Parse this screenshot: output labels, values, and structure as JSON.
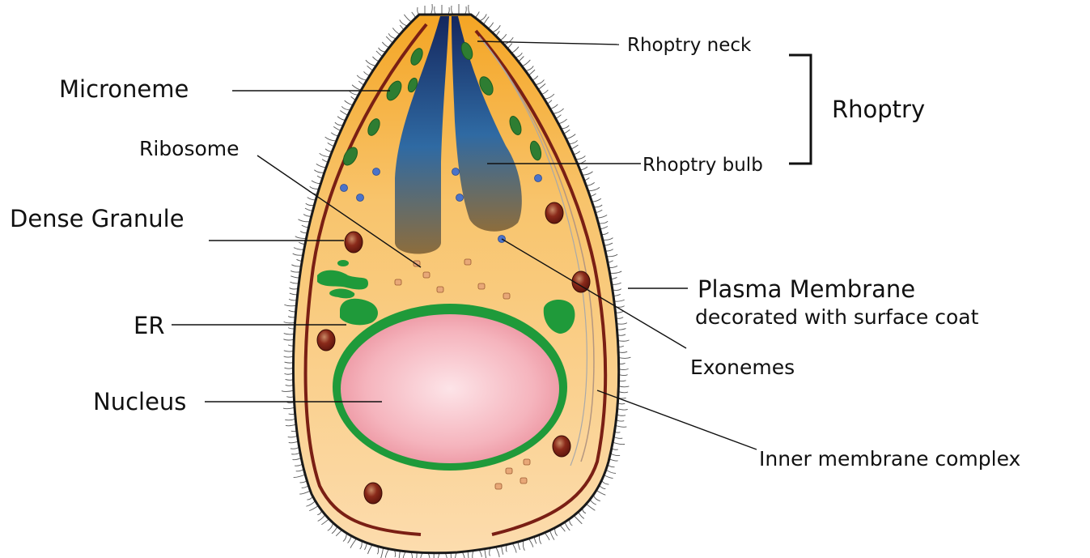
{
  "labels": {
    "microneme": "Microneme",
    "ribosome": "Ribosome",
    "dense_granule": "Dense Granule",
    "er": "ER",
    "nucleus": "Nucleus",
    "rhoptry_neck": "Rhoptry neck",
    "rhoptry": "Rhoptry",
    "rhoptry_bulb": "Rhoptry bulb",
    "plasma_membrane": "Plasma Membrane",
    "plasma_membrane_sub": "decorated with surface coat",
    "exonemes": "Exonemes",
    "inner_membrane_complex": "Inner membrane complex"
  },
  "colors": {
    "cytoplasm_top": "#f4a524",
    "cytoplasm_bottom": "#fbd9a8",
    "rhoptry_top": "#1b2f6b",
    "rhoptry_mid": "#2f6aa3",
    "rhoptry_bottom": "#8a6a3a",
    "micronemes": "#2e7d32",
    "er": "#1f9a3a",
    "nucleus": "#f2a3ae",
    "dense_granule": "#7a2418",
    "inner_membrane": "#7a1f14",
    "exonemes": "#4b73c9",
    "ribosome": "#e0a070"
  }
}
